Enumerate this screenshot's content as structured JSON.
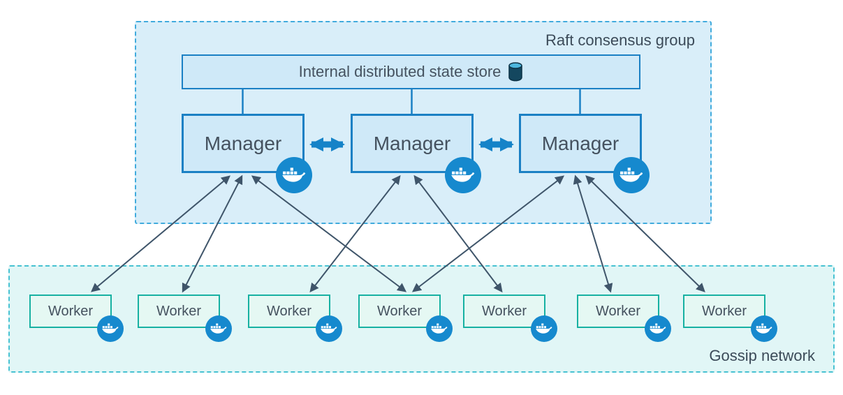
{
  "raft_group": {
    "label": "Raft consensus group"
  },
  "state_store": {
    "label": "Internal distributed state store"
  },
  "managers": [
    {
      "label": "Manager"
    },
    {
      "label": "Manager"
    },
    {
      "label": "Manager"
    }
  ],
  "gossip_network": {
    "label": "Gossip network"
  },
  "workers": [
    {
      "label": "Worker"
    },
    {
      "label": "Worker"
    },
    {
      "label": "Worker"
    },
    {
      "label": "Worker"
    },
    {
      "label": "Worker"
    },
    {
      "label": "Worker"
    },
    {
      "label": "Worker"
    }
  ],
  "icons": {
    "docker": "docker-whale-icon",
    "database": "database-cylinder-icon"
  },
  "colors": {
    "raft_fill": "#d9eef9",
    "raft_border": "#41abdd",
    "gossip_fill": "#e1f6f6",
    "gossip_border": "#47c2d2",
    "manager_fill": "#cfe9f8",
    "manager_border": "#1b80c4",
    "worker_fill": "#e5f8f3",
    "worker_border": "#17b1a2",
    "docker_blue": "#1689ce",
    "manager_link_arrow": "#1583c8",
    "manager_worker_arrow": "#3f556a",
    "label_text": "#3c4b59"
  }
}
